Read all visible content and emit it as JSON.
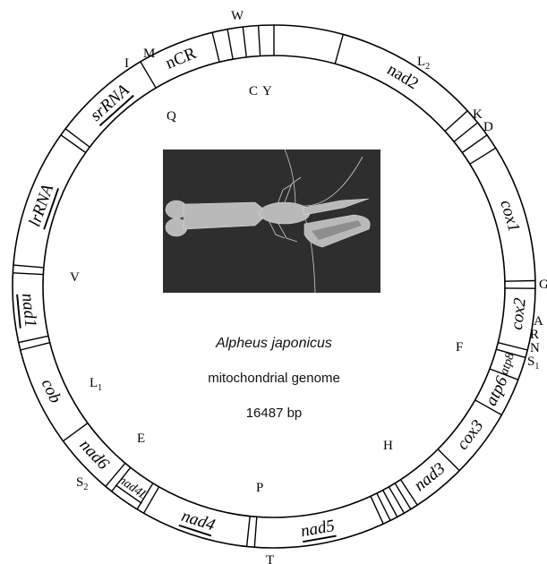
{
  "species": "Alpheus japonicus",
  "genome_label": "mitochondrial genome",
  "size": "16487 bp",
  "genes": [
    {
      "id": "nad2",
      "label": "nad2",
      "italic": false,
      "underline": false,
      "a0": 9,
      "a1": 28,
      "mid": 18.5
    },
    {
      "id": "cox1",
      "label": "cox1",
      "italic": true,
      "underline": false,
      "a0": 34,
      "a1": 52,
      "mid": 43
    },
    {
      "id": "cox2",
      "label": "cox2",
      "italic": true,
      "underline": false,
      "a0": 52,
      "a1": 61,
      "mid": 56.5
    },
    {
      "id": "atp8",
      "label": "atp8",
      "italic": true,
      "underline": false,
      "a0": 62,
      "a1": 65,
      "mid": 63.5,
      "small": true
    },
    {
      "id": "atp6",
      "label": "atp6",
      "italic": true,
      "underline": false,
      "a0": 65,
      "a1": 70,
      "mid": 67.5
    },
    {
      "id": "cox3",
      "label": "cox3",
      "italic": true,
      "underline": false,
      "a0": 70,
      "a1": 79,
      "mid": 74.5
    },
    {
      "id": "nad3",
      "label": "nad3",
      "italic": true,
      "underline": false,
      "a0": 79,
      "a1": 86,
      "mid": 82.5
    },
    {
      "id": "nad5",
      "label": "nad5",
      "italic": true,
      "underline": true,
      "a0": 91,
      "a1": 108,
      "mid": 99.5
    },
    {
      "id": "nad4",
      "label": "nad4",
      "italic": true,
      "underline": true,
      "a0": 109,
      "a1": 123,
      "mid": 116
    },
    {
      "id": "nad4L",
      "label": "nad4L",
      "italic": true,
      "underline": true,
      "a0": 124,
      "a1": 128,
      "mid": 126
    },
    {
      "id": "nad6",
      "label": "nad6",
      "italic": true,
      "underline": false,
      "a0": 129,
      "a1": 137,
      "mid": 133
    },
    {
      "id": "cob",
      "label": "cob",
      "italic": true,
      "underline": false,
      "a0": 137,
      "a1": 150,
      "mid": 143.5
    },
    {
      "id": "nad1",
      "label": "nad1",
      "italic": true,
      "underline": true,
      "a0": 150,
      "a1": 160,
      "mid": 155
    },
    {
      "id": "lrRNA",
      "label": "lrRNA",
      "italic": true,
      "underline": true,
      "a0": 160,
      "a1": 179,
      "mid": 169.5
    },
    {
      "id": "srRNA",
      "label": "srRNA",
      "italic": true,
      "underline": true,
      "a0": 180,
      "a1": 193,
      "mid": 186.5
    },
    {
      "id": "nCR",
      "label": "nCR",
      "italic": false,
      "underline": false,
      "a0": 193,
      "a1": 203,
      "mid": 198
    }
  ],
  "trnas": [
    {
      "label": "W",
      "sub": ""
    },
    {
      "label": "C",
      "sub": ""
    },
    {
      "label": "Y",
      "sub": ""
    },
    {
      "label": "L",
      "sub": "2"
    },
    {
      "label": "K",
      "sub": ""
    },
    {
      "label": "D",
      "sub": ""
    },
    {
      "label": "G",
      "sub": ""
    },
    {
      "label": "A",
      "sub": ""
    },
    {
      "label": "R",
      "sub": ""
    },
    {
      "label": "N",
      "sub": ""
    },
    {
      "label": "S",
      "sub": "1"
    },
    {
      "label": "F",
      "sub": ""
    },
    {
      "label": "H",
      "sub": ""
    },
    {
      "label": "P",
      "sub": ""
    },
    {
      "label": "T",
      "sub": ""
    },
    {
      "label": "E",
      "sub": ""
    },
    {
      "label": "S",
      "sub": "2"
    },
    {
      "label": "L",
      "sub": "1"
    },
    {
      "label": "V",
      "sub": ""
    },
    {
      "label": "I",
      "sub": ""
    },
    {
      "label": "M",
      "sub": ""
    },
    {
      "label": "Q",
      "sub": ""
    }
  ],
  "separators": [
    9,
    28,
    30,
    32,
    34,
    52,
    53,
    61,
    62,
    65,
    70,
    79,
    86,
    87,
    88,
    89,
    90,
    91,
    108,
    109,
    123,
    124,
    128,
    129,
    137,
    150,
    151,
    160,
    161,
    179,
    180,
    193,
    203,
    205,
    207,
    209,
    211
  ]
}
